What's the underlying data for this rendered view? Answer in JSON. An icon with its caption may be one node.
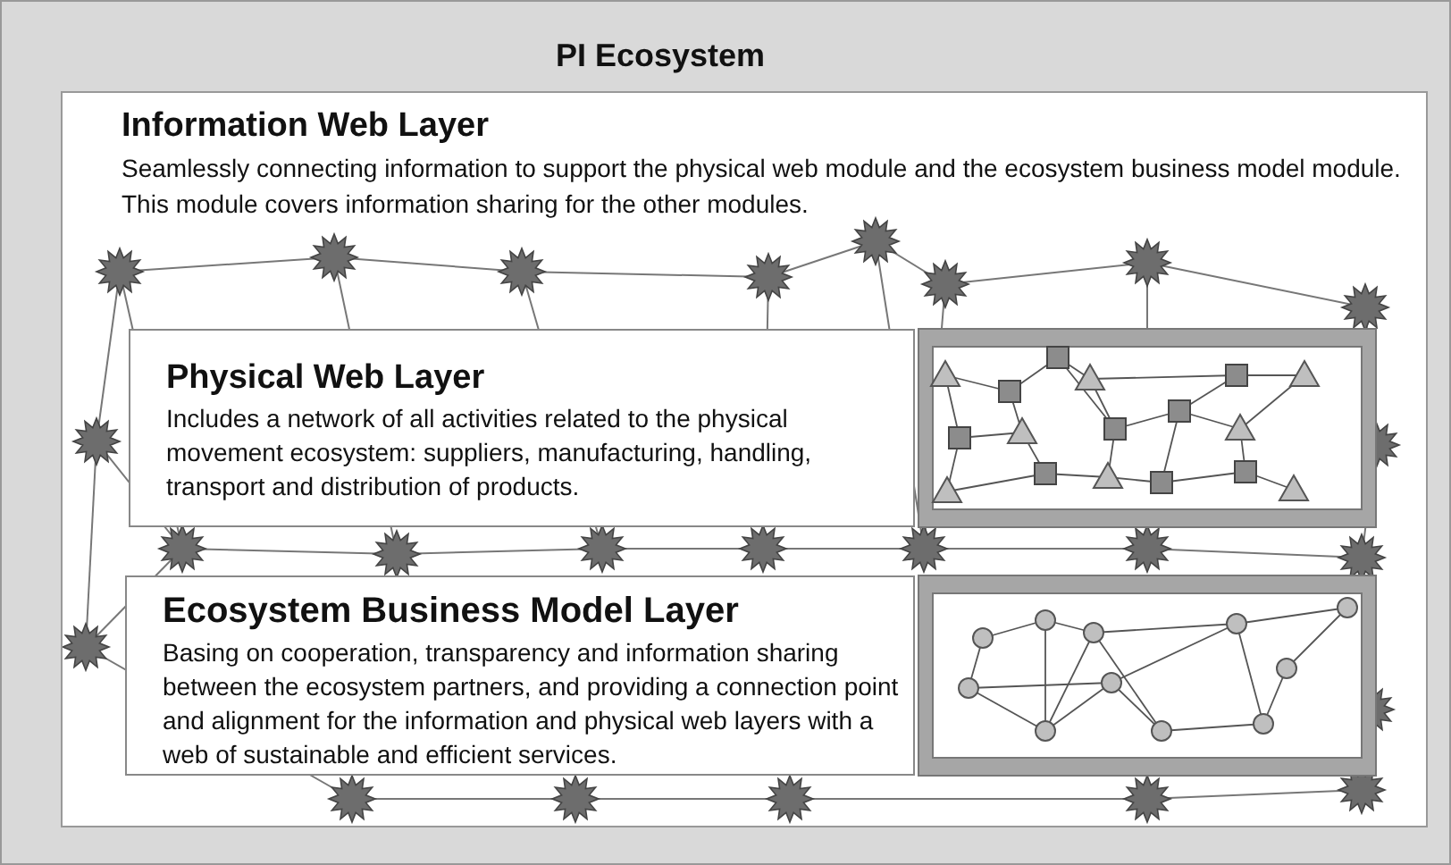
{
  "diagram": {
    "nodes": [
      {
        "text": [
          "PI Ecosystem"
        ]
      },
      {
        "text": [
          "Information Web Layer",
          "Seamlessly connecting information to support the physical web module and the ecosystem business model module. This module covers information sharing for the other modules."
        ],
        "in": 0
      },
      {
        "text": [
          "Physical Web Layer",
          "Includes a network of all activities related to the physical movement ecosystem: suppliers, manufacturing, handling, transport and distribution of products."
        ],
        "in": 1
      },
      {
        "text": [
          "Ecosystem Business Model Layer",
          "Basing on cooperation, transparency and information sharing between the ecosystem partners, and providing a connection point and alignment for the information and physical web layers with a web of sustainable and efficient services."
        ],
        "in": 1
      }
    ]
  }
}
